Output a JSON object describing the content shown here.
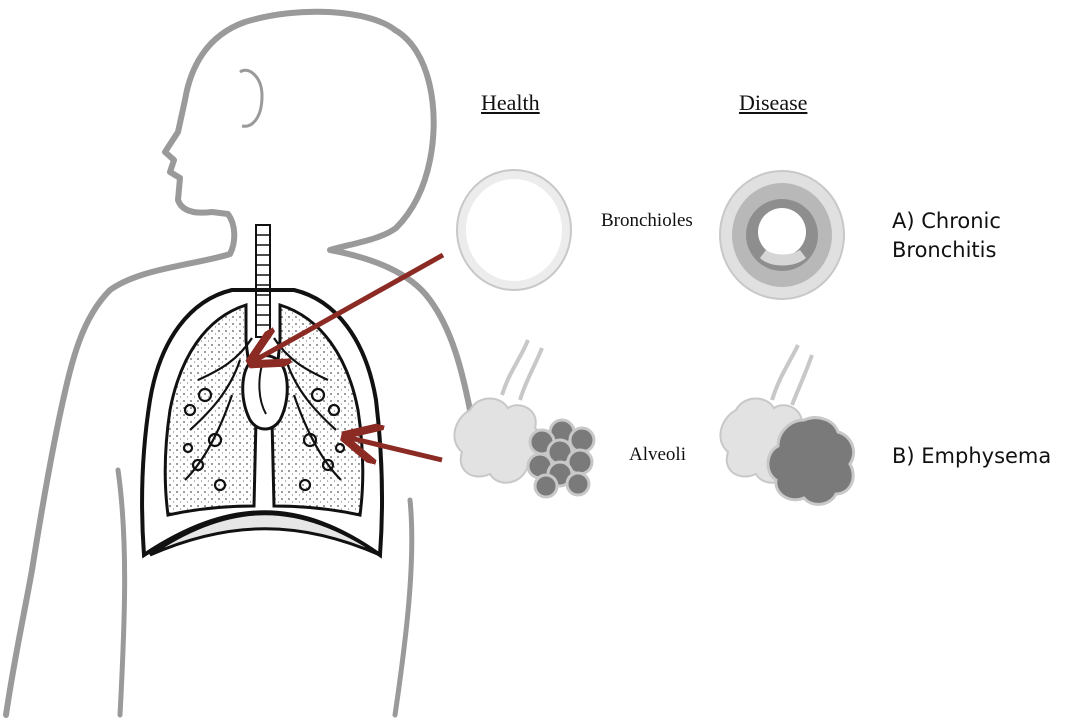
{
  "headers": {
    "health": "Health",
    "disease": "Disease"
  },
  "structures": {
    "bronchioles": "Bronchioles",
    "alveoli": "Alveoli"
  },
  "diseases": {
    "a_line1": "A) Chronic",
    "a_line2": "Bronchitis",
    "b": "B) Emphysema"
  },
  "colors": {
    "arrow": "#8b2b24",
    "outline": "#9a9a9a",
    "healthy_fill": "#e2e2e2",
    "diseased_fill": "#7a7a7a",
    "lung_line": "#111111"
  }
}
